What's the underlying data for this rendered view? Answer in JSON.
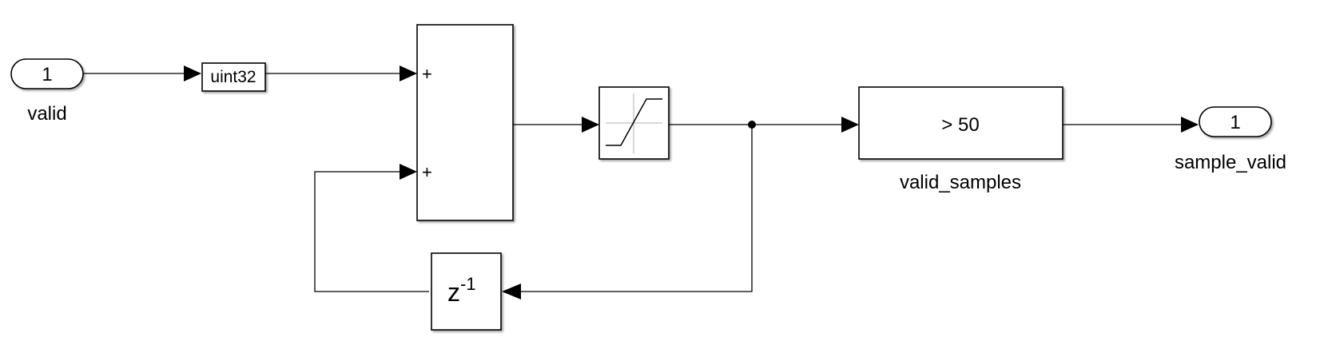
{
  "diagram": {
    "inport": {
      "number": "1",
      "name": "valid"
    },
    "convert": {
      "label": "uint32"
    },
    "sum": {
      "sign_top": "+",
      "sign_bottom": "+"
    },
    "delay": {
      "base": "z",
      "exponent": "-1"
    },
    "compare": {
      "label": "> 50",
      "name": "valid_samples"
    },
    "outport": {
      "number": "1",
      "name": "sample_valid"
    }
  }
}
